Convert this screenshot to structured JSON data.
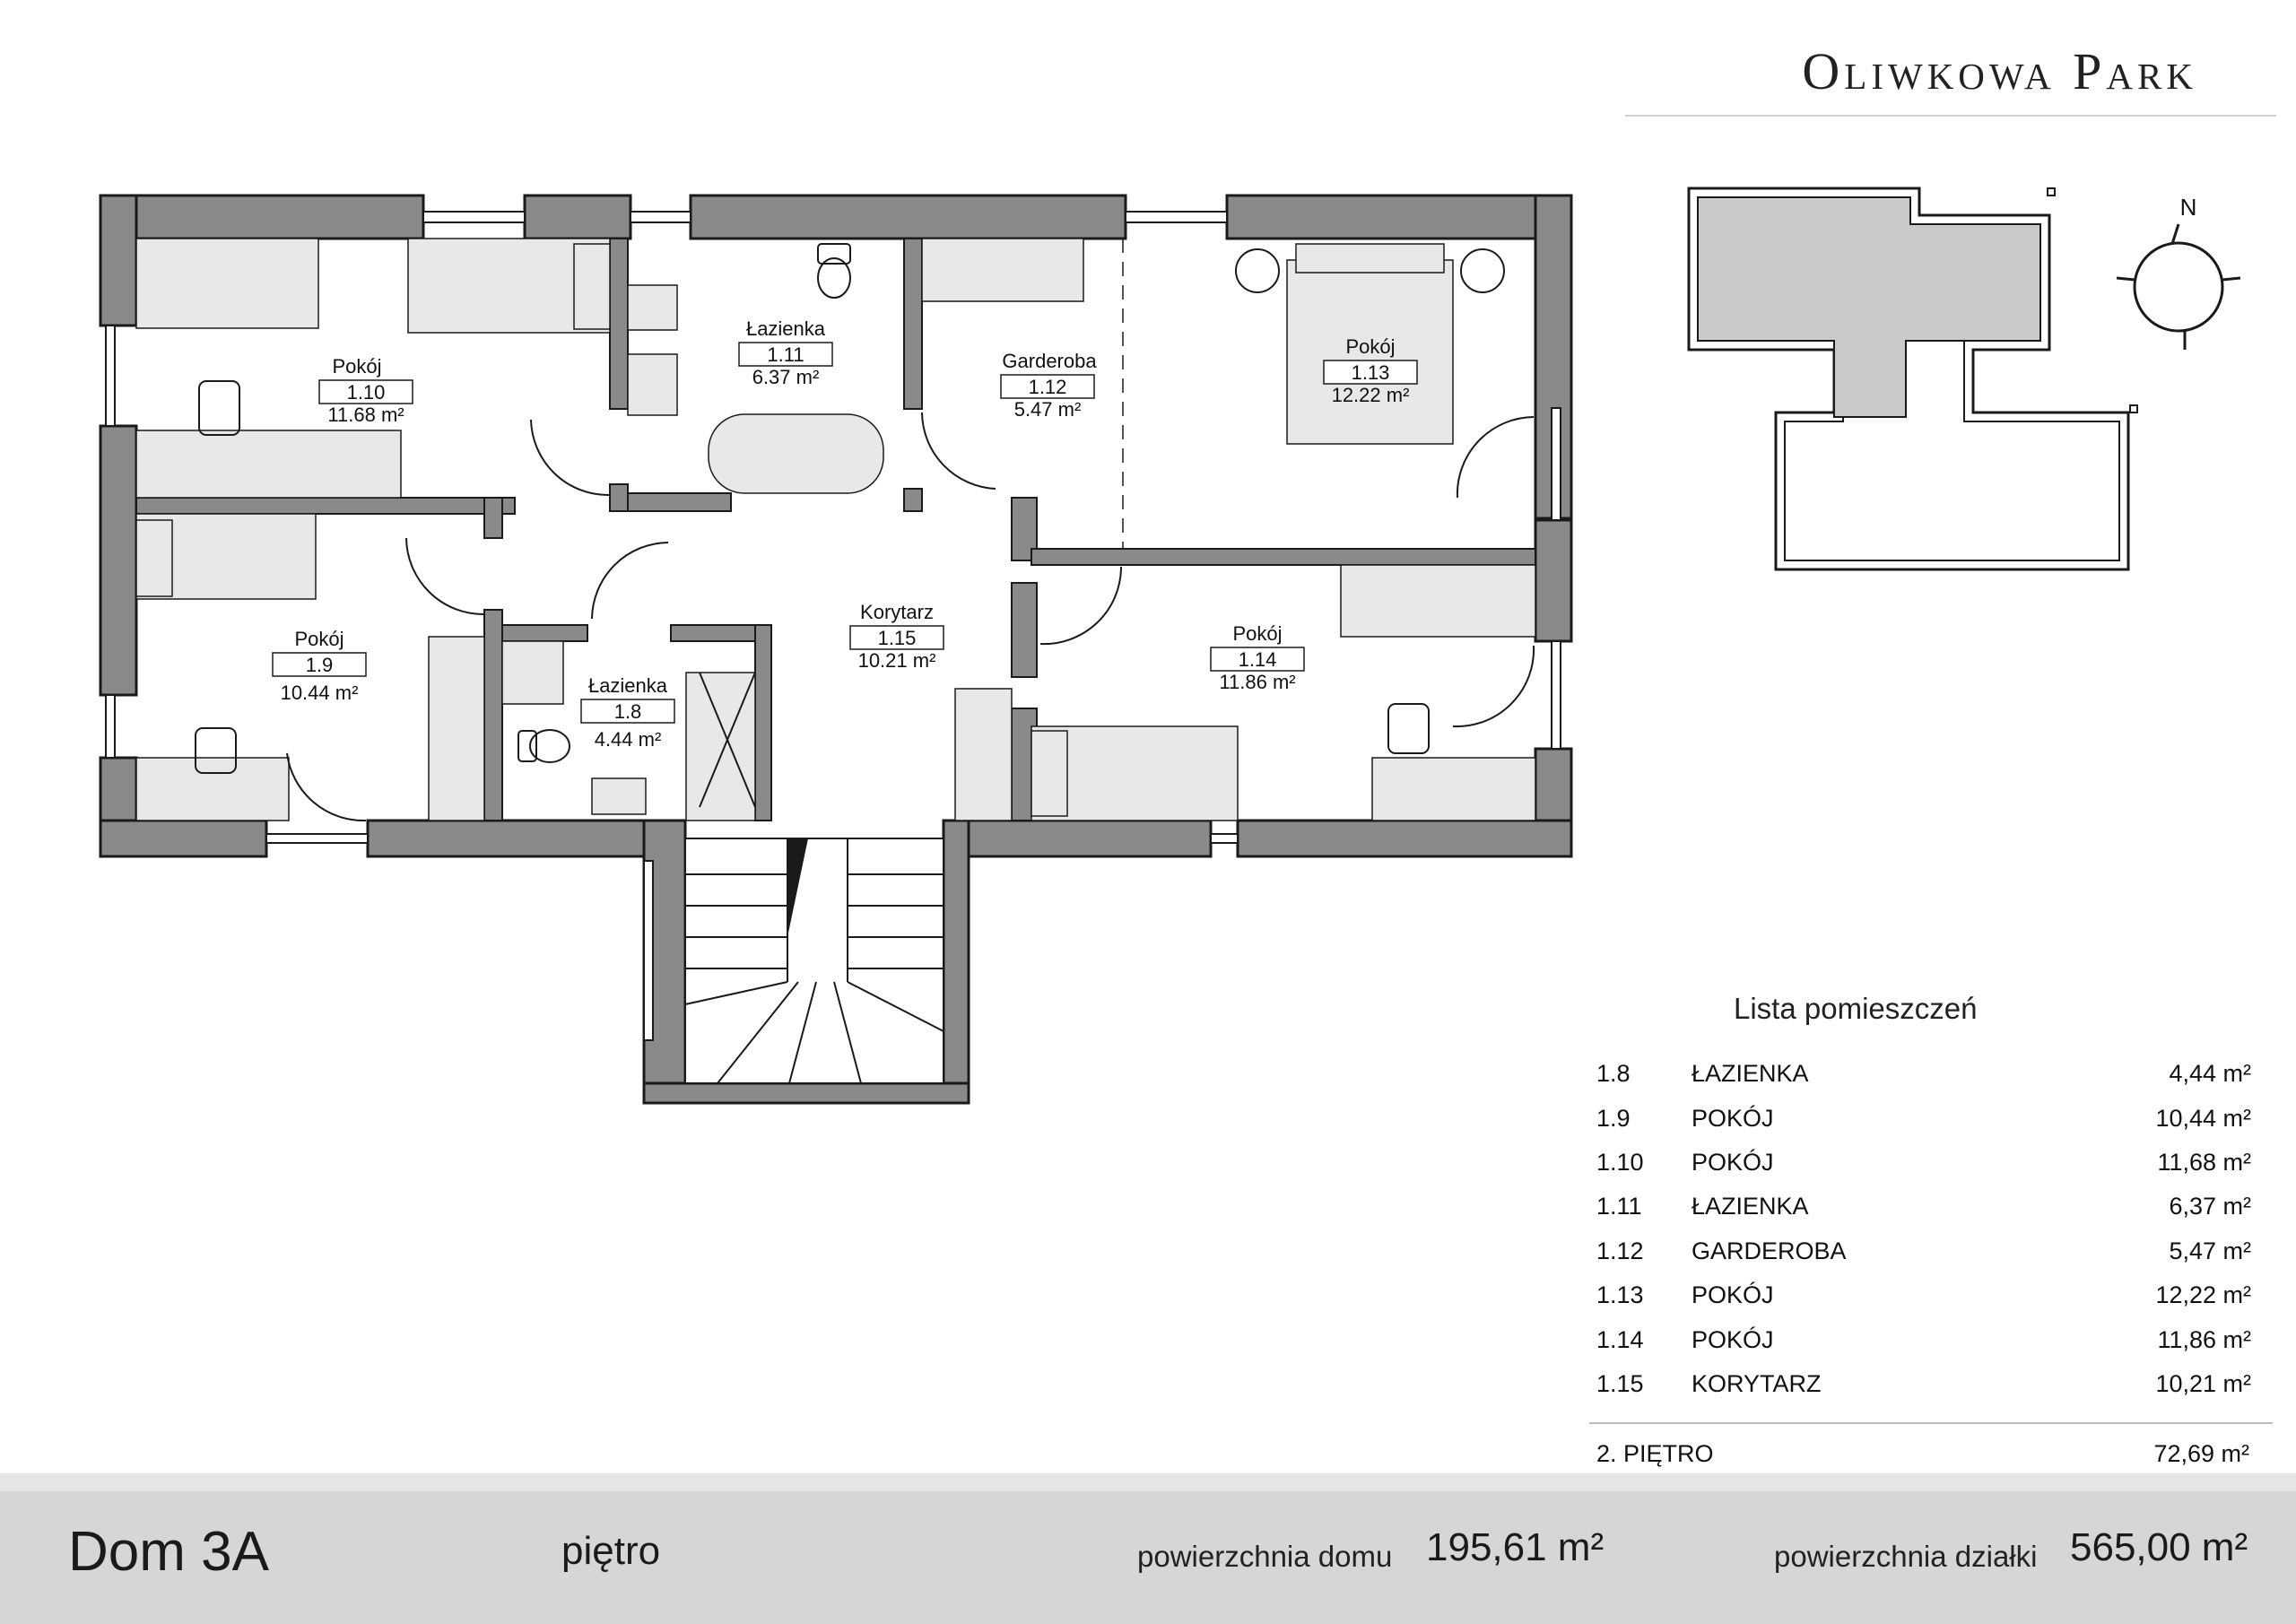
{
  "brand": "Oliwkowa Park",
  "plan": {
    "rooms": [
      {
        "name": "Pokój",
        "no": "1.10",
        "area": "11.68 m²"
      },
      {
        "name": "Łazienka",
        "no": "1.11",
        "area": "6.37 m²"
      },
      {
        "name": "Garderoba",
        "no": "1.12",
        "area": "5.47 m²"
      },
      {
        "name": "Pokój",
        "no": "1.13",
        "area": "12.22 m²"
      },
      {
        "name": "Pokój",
        "no": "1.9",
        "area": "10.44 m²"
      },
      {
        "name": "Łazienka",
        "no": "1.8",
        "area": "4.44 m²"
      },
      {
        "name": "Korytarz",
        "no": "1.15",
        "area": "10.21 m²"
      },
      {
        "name": "Pokój",
        "no": "1.14",
        "area": "11.86 m²"
      }
    ],
    "compass_label": "N"
  },
  "legend": {
    "title": "Lista pomieszczeń",
    "rows": [
      {
        "no": "1.8",
        "name": "ŁAZIENKA",
        "area": "4,44 m²"
      },
      {
        "no": "1.9",
        "name": "POKÓJ",
        "area": "10,44 m²"
      },
      {
        "no": "1.10",
        "name": "POKÓJ",
        "area": "11,68 m²"
      },
      {
        "no": "1.11",
        "name": "ŁAZIENKA",
        "area": "6,37 m²"
      },
      {
        "no": "1.12",
        "name": "GARDEROBA",
        "area": "5,47 m²"
      },
      {
        "no": "1.13",
        "name": "POKÓJ",
        "area": "12,22 m²"
      },
      {
        "no": "1.14",
        "name": "POKÓJ",
        "area": "11,86 m²"
      },
      {
        "no": "1.15",
        "name": "KORYTARZ",
        "area": "10,21 m²"
      }
    ],
    "total_label": "2. PIĘTRO",
    "total_area": "72,69 m²"
  },
  "footer": {
    "house": "Dom 3A",
    "floor": "piętro",
    "house_area_label": "powierzchnia domu",
    "house_area_value": "195,61 m²",
    "plot_area_label": "powierzchnia działki",
    "plot_area_value": "565,00 m²"
  },
  "colors": {
    "wall": "#8a8a8a",
    "furniture": "#e8e8e8",
    "outline": "#1a1a1a"
  }
}
